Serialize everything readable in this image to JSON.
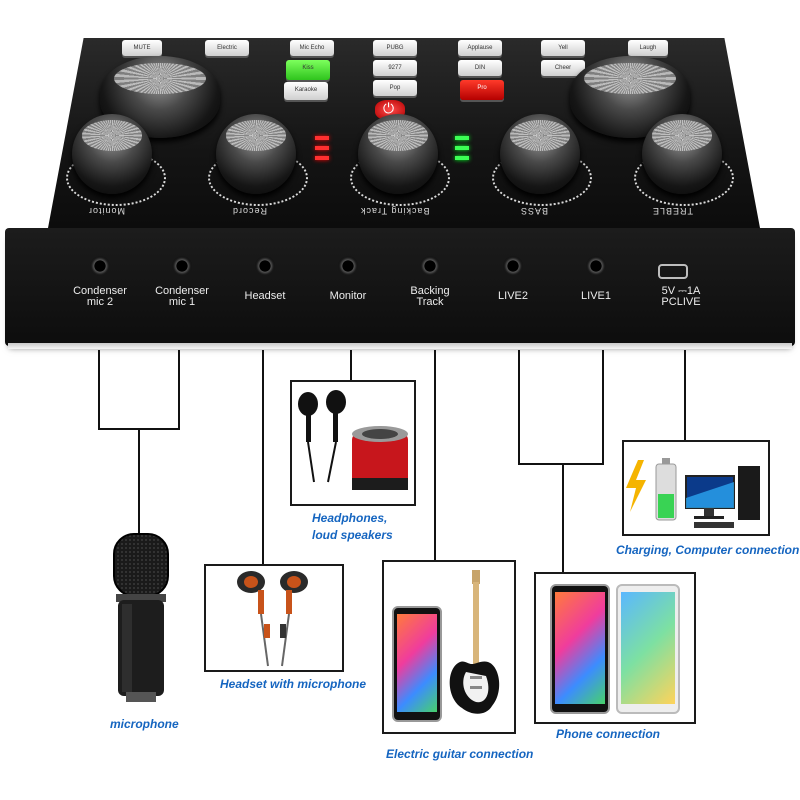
{
  "mixer": {
    "knob_labels": [
      "Monitor",
      "Record",
      "Backing Track",
      "BASS",
      "TREBLE"
    ],
    "ports": [
      {
        "label": "Condenser\nmic 2"
      },
      {
        "label": "Condenser\nmic 1"
      },
      {
        "label": "Headset"
      },
      {
        "label": "Monitor"
      },
      {
        "label": "Backing\nTrack"
      },
      {
        "label": "LIVE2"
      },
      {
        "label": "LIVE1"
      },
      {
        "label": "5V ⎓1A\nPCLIVE"
      }
    ],
    "key_labels": [
      "MUTE",
      "Electric",
      "Mic Echo",
      "PUBG",
      "Applause",
      "Yell",
      "Laugh",
      "Kiss",
      "9277",
      "DIN",
      "Cheer",
      "Karaoke",
      "Pop",
      "Pro"
    ]
  },
  "accessories": [
    {
      "caption": "microphone"
    },
    {
      "caption": "Headset with microphone"
    },
    {
      "caption": "Headphones,\nloud speakers"
    },
    {
      "caption": "Electric guitar connection"
    },
    {
      "caption": "Phone connection"
    },
    {
      "caption": "Charging, Computer connection"
    }
  ],
  "colors": {
    "caption": "#1565c0",
    "device_body": "#141414",
    "led_red": "#ff3030",
    "led_green": "#3cff55"
  }
}
